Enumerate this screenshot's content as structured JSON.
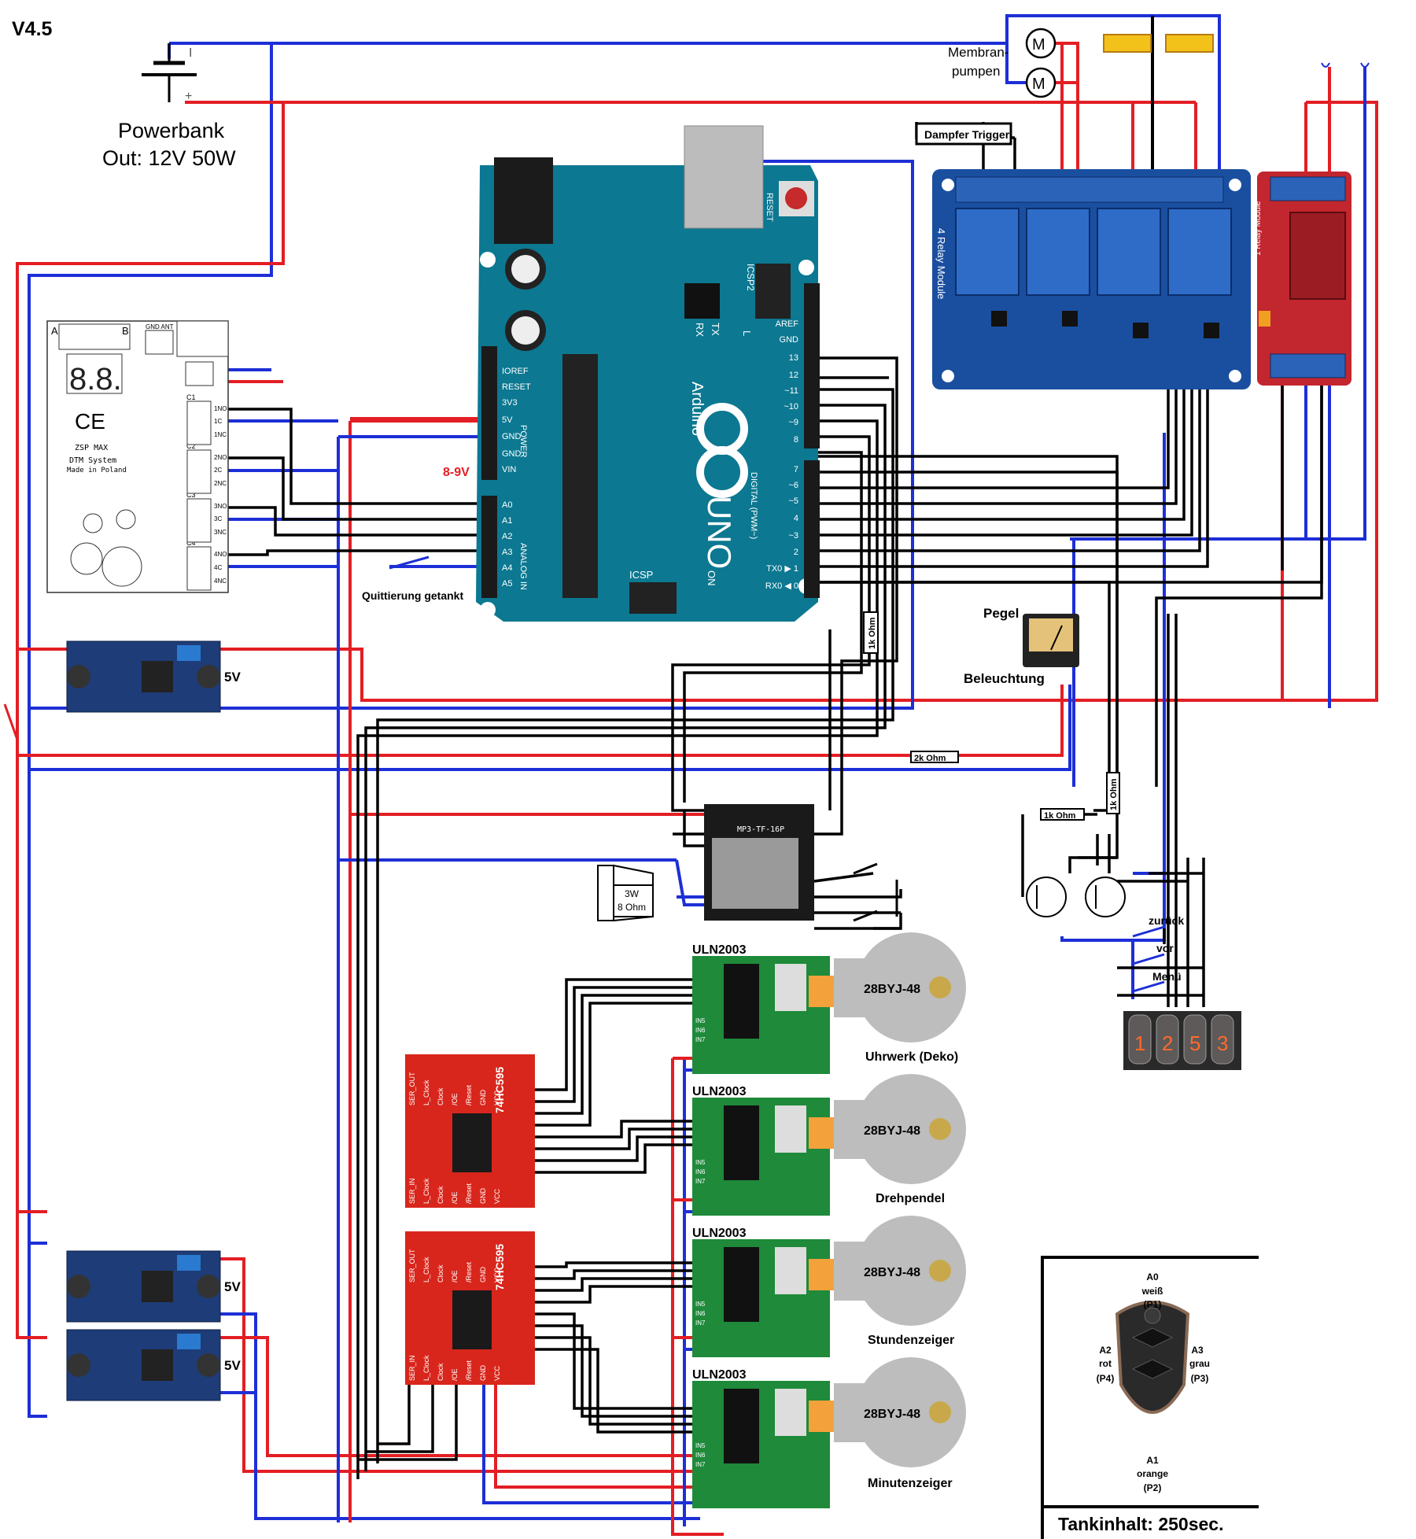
{
  "version": "V4.5",
  "powerbank": {
    "title": "Powerbank",
    "output": "Out: 12V   50W",
    "minus": "I",
    "plus": "+"
  },
  "pumps": {
    "label_line1": "Membran-",
    "label_line2": "pumpen",
    "motor_symbol": "M"
  },
  "dampfer_trigger": "Dampfer Trigger",
  "relay_module": {
    "title": "4 Relay Module"
  },
  "single_relay": {
    "title": "1 Relay Module"
  },
  "arduino": {
    "brand": "Arduino",
    "model": "UNO",
    "reset": "RESET",
    "icsp2": "ICSP2",
    "icsp": "ICSP",
    "power_pins": [
      "IOREF",
      "RESET",
      "3V3",
      "5V",
      "GND",
      "GND",
      "VIN"
    ],
    "analog_pins": [
      "A0",
      "A1",
      "A2",
      "A3",
      "A4",
      "A5"
    ],
    "digital_high_pins": [
      "AREF",
      "GND",
      "13",
      "12",
      "~11",
      "~10",
      "~9",
      "8"
    ],
    "digital_low_pins": [
      "7",
      "~6",
      "~5",
      "4",
      "~3",
      "2",
      "TX0 ▶ 1",
      "RX0 ◀ 0"
    ],
    "header_power": "POWER",
    "header_analog": "ANALOG IN",
    "header_digital": "DIGITAL (PWM~)",
    "on_label": "ON",
    "tx": "TX",
    "rx": "RX",
    "l": "L"
  },
  "vin_label": "8-9V",
  "remote_receiver": {
    "a": "A",
    "b": "B",
    "display": "8.8.",
    "gnd_ant": "GND ANT",
    "ce": "CE",
    "model": "ZSP MAX",
    "system": "DTM System",
    "made": "Made in Poland",
    "channels": [
      "C1",
      "C2",
      "C3",
      "C4"
    ],
    "terminals": [
      "1NO",
      "1C",
      "1NC",
      "2NO",
      "2C",
      "2NC",
      "3NO",
      "3C",
      "3NC",
      "4NO",
      "4C",
      "4NC"
    ]
  },
  "quittierung": "Quittierung getankt",
  "buck_converters": [
    {
      "output": "5V"
    },
    {
      "output": "5V"
    },
    {
      "output": "5V"
    }
  ],
  "resistors": {
    "r1": "1k Ohm",
    "r2": "2k Ohm",
    "r3": "1k Ohm",
    "r4": "1k Ohm"
  },
  "pegel": "Pegel",
  "beleuchtung": "Beleuchtung",
  "mp3": {
    "label": "MP3-TF-16P"
  },
  "speaker": {
    "line1": "3W",
    "line2": "8 Ohm"
  },
  "buttons": [
    "zurück",
    "vor",
    "Menü"
  ],
  "nixie_digits": [
    "1",
    "2",
    "5",
    "3"
  ],
  "shift_register": {
    "chip": "74HC595",
    "top_pins": [
      "SER_OUT",
      "L_Clock",
      "Clock",
      "/OE",
      "/Reset",
      "GND",
      "VCC"
    ],
    "bottom_pins": [
      "SER_IN",
      "L_Clock",
      "Clock",
      "/OE",
      "/Reset",
      "GND",
      "VCC"
    ]
  },
  "stepper_drivers": [
    {
      "driver": "ULN2003",
      "motor": "28BYJ-48",
      "caption": "Uhrwerk (Deko)"
    },
    {
      "driver": "ULN2003",
      "motor": "28BYJ-48",
      "caption": "Drehpendel"
    },
    {
      "driver": "ULN2003",
      "motor": "28BYJ-48",
      "caption": "Stundenzeiger"
    },
    {
      "driver": "ULN2003",
      "motor": "28BYJ-48",
      "caption": "Minutenzeiger"
    }
  ],
  "uln_pins": [
    "IN5",
    "IN6",
    "IN7"
  ],
  "remote_legend": {
    "a0": [
      "A0",
      "weiß",
      "(P1)"
    ],
    "a1": [
      "A1",
      "orange",
      "(P2)"
    ],
    "a2": [
      "A2",
      "rot",
      "(P4)"
    ],
    "a3": [
      "A3",
      "grau",
      "(P3)"
    ],
    "tank": "Tankinhalt: 250sec."
  },
  "colors": {
    "plus": "#e31e24",
    "minus": "#1d2fd6",
    "signal": "#000000",
    "arduino": "#0c7891",
    "relay": "#1a4fa0",
    "shift": "#d9261c",
    "uln": "#1e8a3a"
  }
}
